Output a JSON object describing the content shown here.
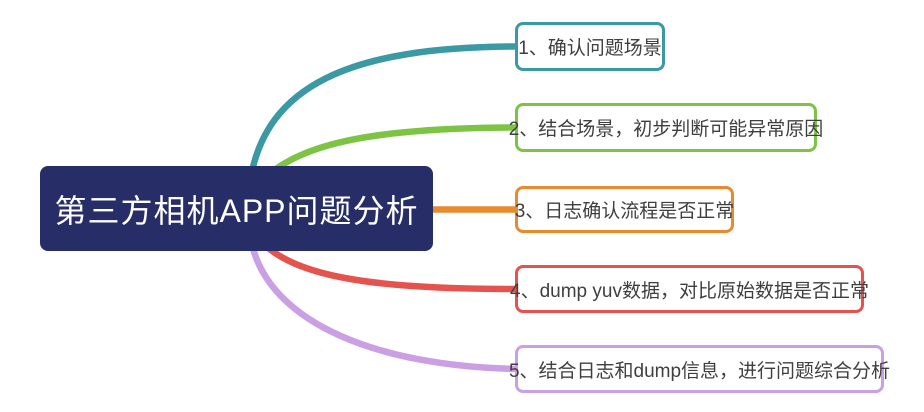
{
  "root": {
    "label": "第三方相机APP问题分析",
    "bg": "#272E67",
    "text_color": "#FFFFFF"
  },
  "branches": [
    {
      "label": "1、确认问题场景",
      "color": "#3A99A5"
    },
    {
      "label": "2、结合场景，初步判断可能异常原因",
      "color": "#7DC344"
    },
    {
      "label": "3、日志确认流程是否正常",
      "color": "#E88A2E"
    },
    {
      "label": "4、dump yuv数据，对比原始数据是否正常",
      "color": "#E4534D"
    },
    {
      "label": "5、结合日志和dump信息，进行问题综合分析",
      "color": "#CB9FE4"
    }
  ],
  "branch_text_color": "#3F3F3F",
  "background_color": "#FFFFFF"
}
